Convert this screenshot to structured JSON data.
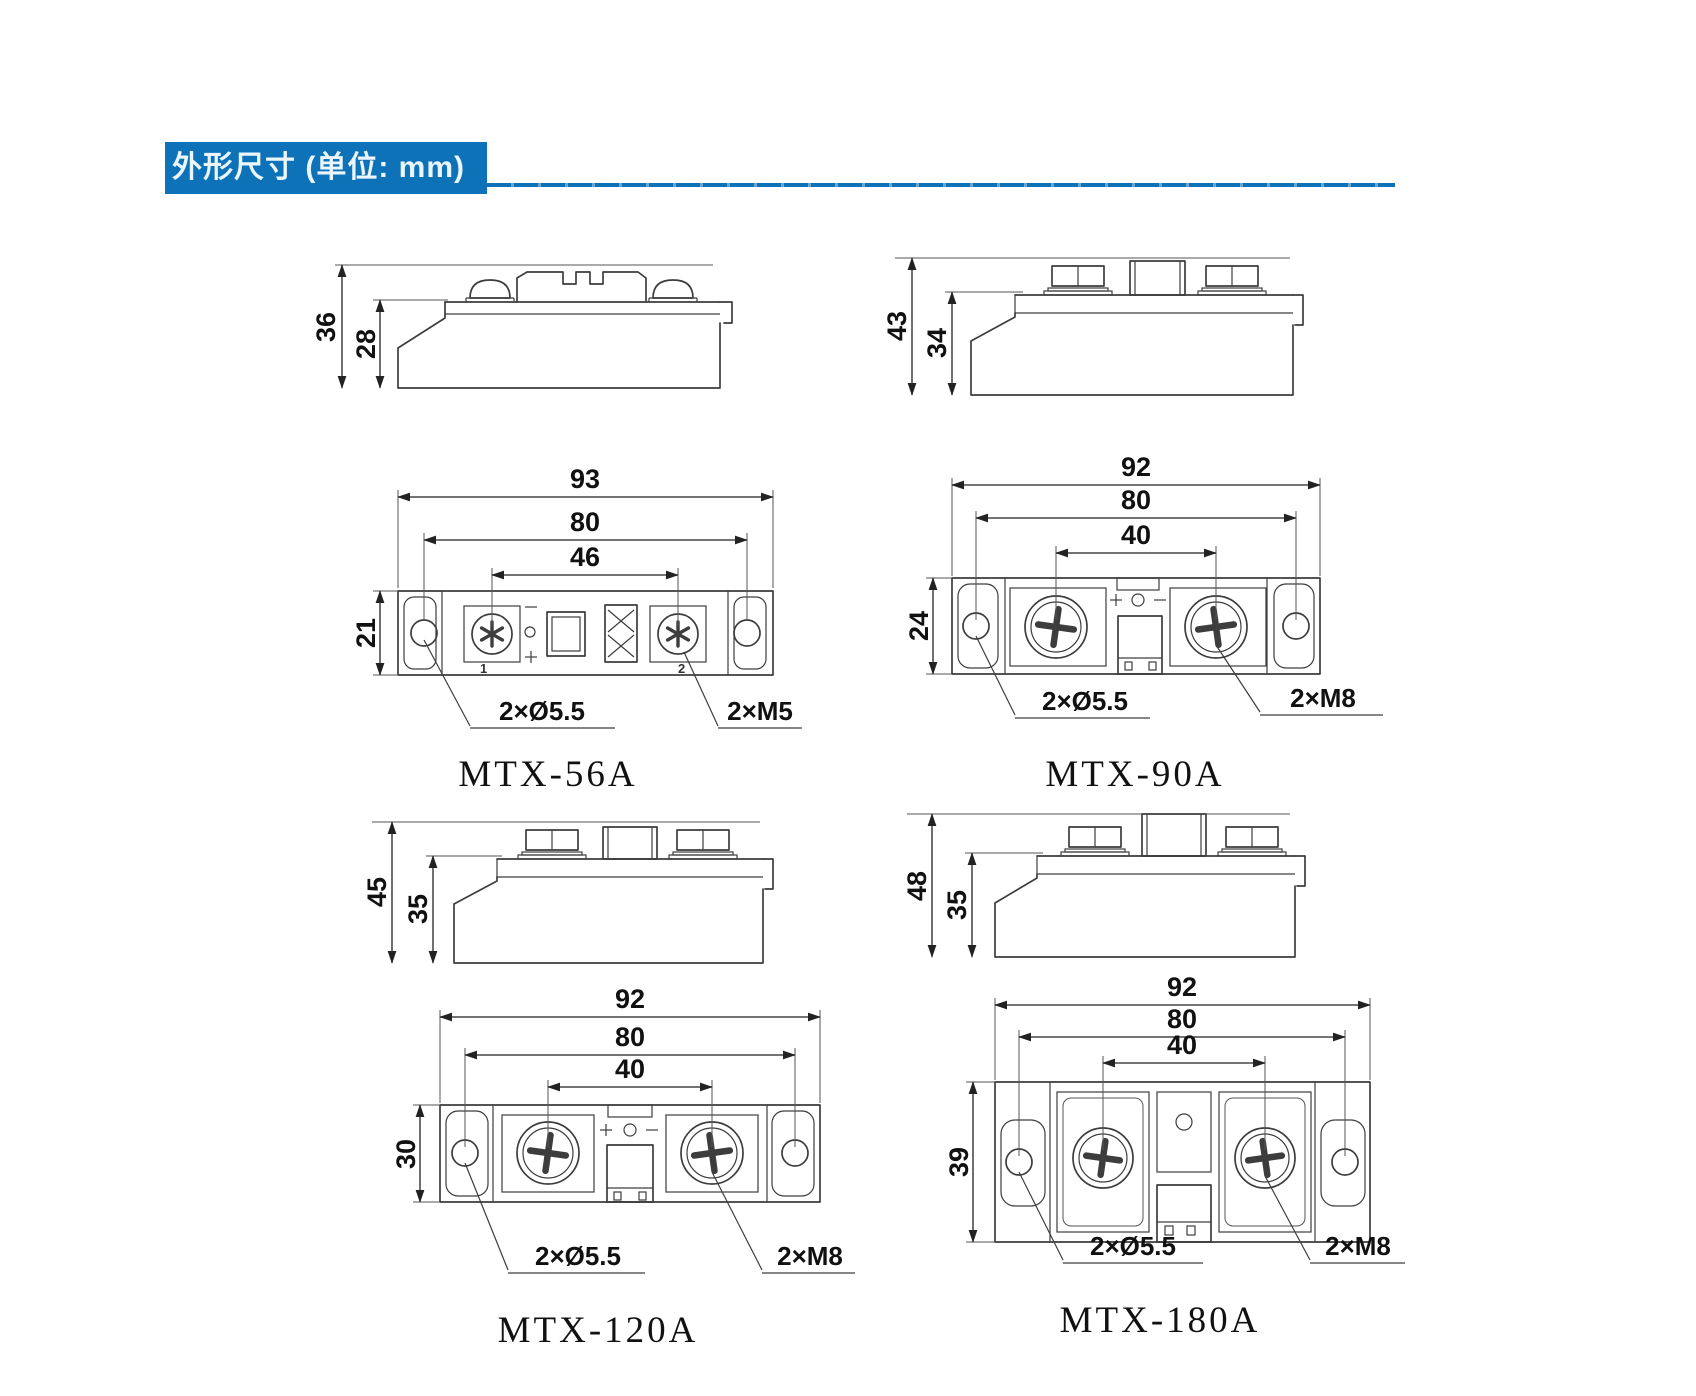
{
  "page": {
    "title": "外形尺寸 (单位: mm)"
  },
  "figures": [
    {
      "name": "MTX-56A",
      "side": {
        "outer": "36",
        "inner": "28"
      },
      "front": {
        "w1": "93",
        "w2": "80",
        "w3": "46",
        "h": "21"
      },
      "labels": {
        "holes": "2×Ø5.5",
        "screws": "2×M5"
      },
      "terminals": {
        "t1": "1",
        "t2": "2"
      }
    },
    {
      "name": "MTX-90A",
      "side": {
        "outer": "43",
        "inner": "34"
      },
      "front": {
        "w1": "92",
        "w2": "80",
        "w3": "40",
        "h": "24"
      },
      "labels": {
        "holes": "2×Ø5.5",
        "screws": "2×M8"
      }
    },
    {
      "name": "MTX-120A",
      "side": {
        "outer": "45",
        "inner": "35"
      },
      "front": {
        "w1": "92",
        "w2": "80",
        "w3": "40",
        "h": "30"
      },
      "labels": {
        "holes": "2×Ø5.5",
        "screws": "2×M8"
      }
    },
    {
      "name": "MTX-180A",
      "side": {
        "outer": "48",
        "inner": "35"
      },
      "front": {
        "w1": "92",
        "w2": "80",
        "w3": "40",
        "h": "39"
      },
      "labels": {
        "holes": "2×Ø5.5",
        "screws": "2×M8"
      }
    }
  ]
}
